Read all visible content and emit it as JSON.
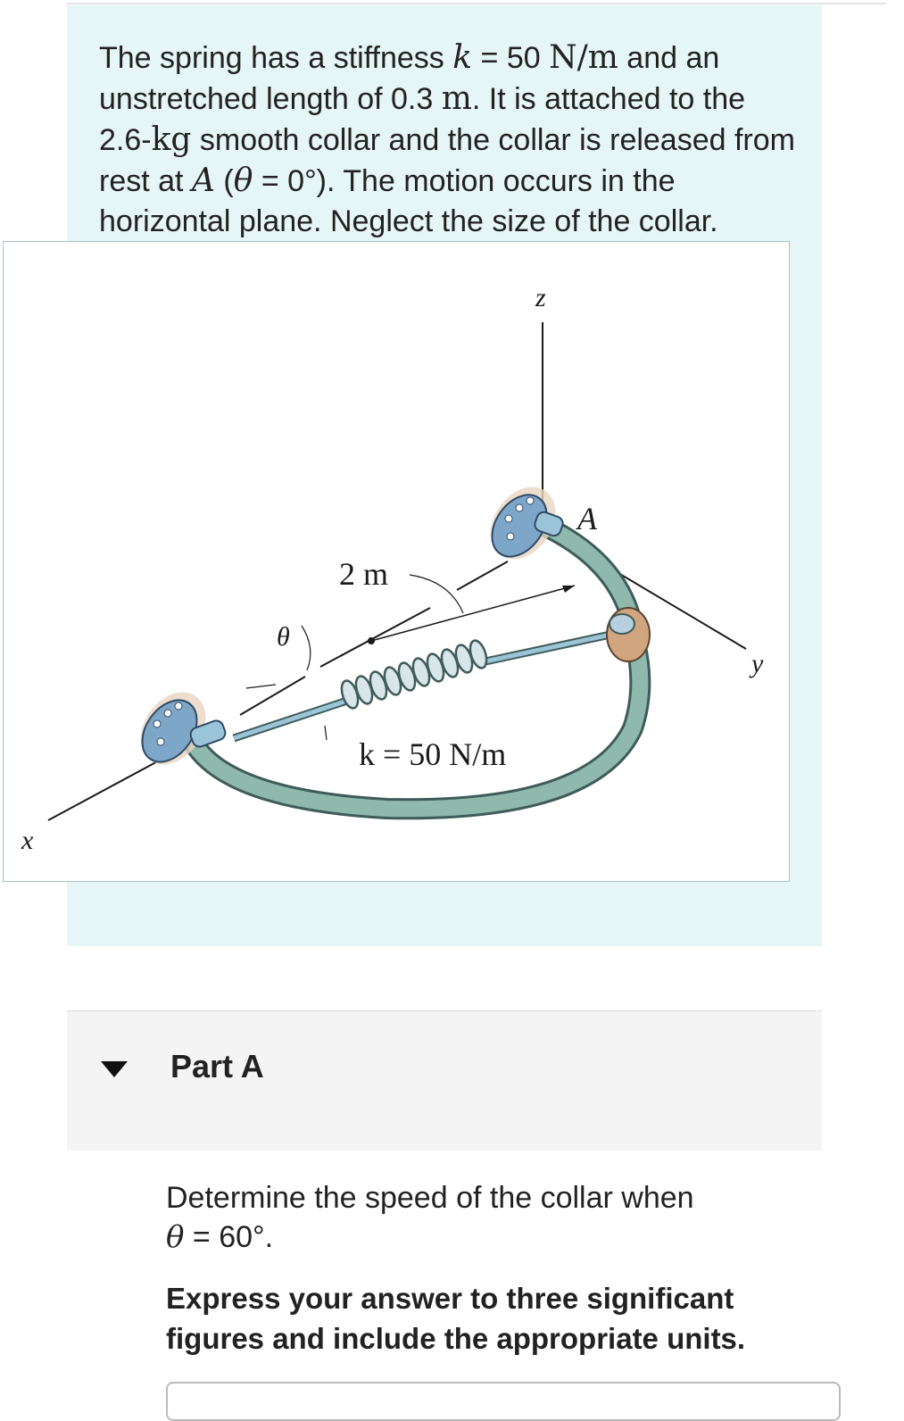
{
  "problem": {
    "t1": "The spring has a stiffness ",
    "k_var": "k",
    "t2": " = 50 ",
    "k_unit": "N/m",
    "t3": " and an unstretched length of 0.3 ",
    "len_unit": "m",
    "t4": ". It is attached to the 2.6-",
    "mass_unit": "kg",
    "t5": " smooth collar and the collar is released from rest at ",
    "point": "A",
    "t6": " (",
    "theta": "θ",
    "t7": " = 0°). The motion occurs in the horizontal plane. Neglect the size of the collar."
  },
  "figure": {
    "z_label": "z",
    "y_label": "y",
    "x_label": "x",
    "a_label": "A",
    "theta_label": "θ",
    "radius_label": "2 m",
    "spring_label": "k = 50 N/m"
  },
  "part": {
    "title": "Part A",
    "caret_icon": "caret-down-icon",
    "q1": "Determine the speed of the collar when ",
    "theta": "θ",
    "q2": " = 60°.",
    "instruction": "Express your answer to three significant figures and include the appropriate units."
  },
  "colors": {
    "panel_bg": "#e6f5f6",
    "part_bg": "#f4f4f4",
    "rod": "#8fb9ac",
    "collar": "#d1a57e",
    "bracket": "#7ea6c9"
  }
}
